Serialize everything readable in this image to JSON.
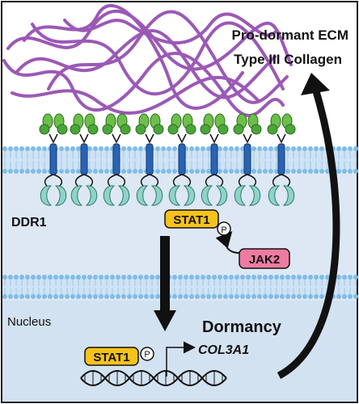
{
  "title": {
    "line1": "Pro-dormant ECM",
    "line2": "Type III Collagen"
  },
  "receptor_label": "DDR1",
  "stat1_cytoplasm": "STAT1",
  "phospho_label": "P",
  "jak2_label": "JAK2",
  "nucleus_label": "Nucleus",
  "dormancy_label": "Dormancy",
  "stat1_nucleus": "STAT1",
  "gene_label": "COL3A1",
  "colors": {
    "collagen": "#9b59b6",
    "cytoplasm": "#dfeaf6",
    "membrane_head": "#7fbce6",
    "receptor_body": "#2a63b3",
    "ligand_domain": "#6cc04a",
    "kinase_domain": "#8fd3c5",
    "stat1_fill": "#f6c21c",
    "jak2_fill": "#ee7ba1"
  }
}
